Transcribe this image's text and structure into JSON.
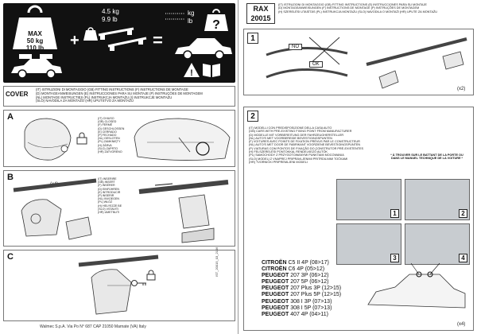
{
  "left": {
    "header": {
      "max_label": "MAX",
      "max_kg": "50 kg",
      "max_lb": "110 lb",
      "bar_kg": "4.5 kg",
      "bar_lb": "9.9 lb",
      "unit_kg": "kg",
      "unit_lb": "lb"
    },
    "cover": {
      "label": "COVER",
      "lines": [
        "(IT) ISTRUZIONI DI MONTAGGIO (GB) FITTING INSTRUCTIONS (F) INSTRUCTIONS DE MONTAGE",
        "(D) MONTAGEANWEISUNGEN (E) INSTRUCCIONES PARA SU MONTAJE (P) INSTRUÇÕES DE MONTAGEM",
        "(NL) MONTAGE INSTRUCTIES (PL) INSTRUKCJA MONTAŻU (I) INSTRUKCJE MONTAŻU",
        "(SLO) NAVODILA ZA MONTAŽO (HR) UPUTSTVO ZA MONTAŽU"
      ]
    },
    "panel_a": {
      "label": "A",
      "langs": [
        "(IT) CHIUSO",
        "(GB) CLOSED",
        "(F) FERMÉ",
        "(D) GESCHLOSSEN",
        "(E) CERRADO",
        "(P) FECHADO",
        "(NL) GESLOTEN",
        "(PL) ZAMKNIĘTY",
        "(H) ZÁRVA",
        "(SLO) ZAPRTO",
        "(HR) ZATVORENO"
      ]
    },
    "panel_b": {
      "label": "B",
      "count": "(x4)",
      "langs": [
        "(IT) INSERIRE",
        "(GB) INSERT",
        "(F) INSÉRER",
        "(D) EINFÜHREN",
        "(E) INTRODUCIR",
        "(P) INSERIR",
        "(NL) INVOEGEN",
        "(PL) WŁÓŻ",
        "(H) HELYEZZE BE",
        "(SLO) VSTAVITI",
        "(HR) UMETNUTI"
      ]
    },
    "panel_c": {
      "label": "C"
    },
    "footer": "Walmec S.p.A. Via Po N° 687 CAP 21050 Marnate (VA) Italy",
    "doc_code": "IST_20015_03_2106"
  },
  "right": {
    "rax": {
      "name": "RAX",
      "code": "20015",
      "lines": [
        "(IT) ISTRUZIONI DI MONTAGGIO (GB) FITTING INSTRUCTIONS (E) INSTRUCCIONES PARA SU MONTAJE",
        "(D) MONTAGEANWEISUNGEN (F) INSTRUCTIONS DE MONTAGE (P) INSTRUÇÕES DE MONTAGEM",
        "(H) SZERELÉSI UTASÍTÁS (PL) INSTRUKCJA MONTAŻU (SLO) NAVODILA O MONTAŽI (HR) UPUTE ZA MONTAŽU"
      ]
    },
    "step1": {
      "num": "1",
      "no": "NO",
      "ok": "OK",
      "count": "(x2)"
    },
    "step2": {
      "num": "2",
      "lines": [
        "(IT) MODELLI CON PREDISPOSIZIONE DELLA CASA AUTO",
        "(GB) CARS WITH PRE-EXISTING FIXING POINT FROM MANUFACTURER",
        "(D) MODELLE MIT VORBEREITUNG DER FAHRZEUGHERSTELLER",
        "(NL) AUTO'S MET VOORBEREIDE BEVESTIGINGSPUNTEN",
        "(F) VOITURES AVEC POINTS DE FIXATION PRÉVUS PAR LE CONSTRUCTEUR",
        "(NL) AUTO'S MET DOOR DE FABRIKANT VOORZIENE BEVESTIGINGSPUNTEN",
        "(P) VIATURAS COM PONTOS DE FIXAÇÃO DO CONSTRUTOR PRÉ-EXISTENTES",
        "(H) FELSZERELÉSI PONTOKKAL RENDELKEZŐ AUTÓK",
        "(PL) SAMOCHODY Z PRZYGOTOWANYMI PUNKTAMI MOCOWANIA",
        "(SLO) MODELI Z VNAPREJ PRIPRAVLJENIMI PRITRDILNIMI TOČKAMI",
        "(HR) TVORNIČKI PRIPREMLJENI MODELI"
      ],
      "note_fr": "* À TROUVER SUR LE BATTANT DE LA PORTE OU DANS LE MANUEL TECHNIQUE DE LA VOITURE *",
      "photos": [
        "1",
        "2",
        "3",
        "4"
      ],
      "cars": [
        {
          "brand": "CITROËN",
          "model": "C5 II 4P (08>17)"
        },
        {
          "brand": "CITROËN",
          "model": "C6 4P (05>12)"
        },
        {
          "brand": "PEUGEOT",
          "model": "207 3P (06>12)"
        },
        {
          "brand": "PEUGEOT",
          "model": "207 5P (06>12)"
        },
        {
          "brand": "PEUGEOT",
          "model": "207 Plus 3P (12>15)"
        },
        {
          "brand": "PEUGEOT",
          "model": "207 Plus 5P (12>15)"
        },
        {
          "brand": "PEUGEOT",
          "model": "308 I 3P (07>13)"
        },
        {
          "brand": "PEUGEOT",
          "model": "308 I 5P (07>13)"
        },
        {
          "brand": "PEUGEOT",
          "model": "407 4P (04>11)"
        }
      ],
      "count": "(x4)"
    }
  }
}
